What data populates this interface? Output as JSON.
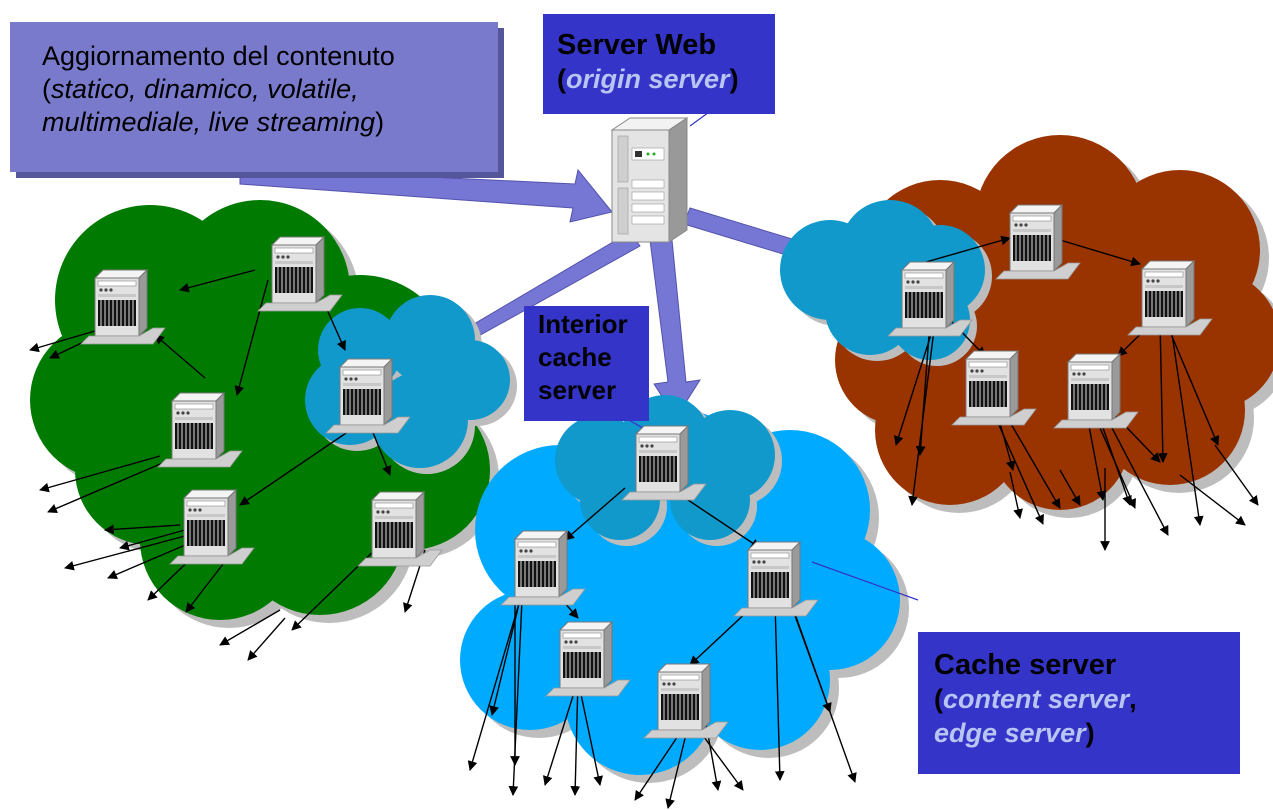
{
  "labels": {
    "update_line1": "Aggiornamento del contenuto",
    "update_line2_open": "(",
    "update_line2_italic": "statico, dinamico, volatile,",
    "update_line3_italic": "multimediale, live streaming",
    "update_line3_close": ")",
    "origin_title": "Server Web",
    "origin_open": "(",
    "origin_italic": "origin server",
    "origin_close": ")",
    "interior_line1": "Interior",
    "interior_line2": "cache",
    "interior_line3": "server",
    "cache_title": "Cache server",
    "cache_open": "(",
    "cache_italic1": "content server",
    "cache_comma": ",",
    "cache_italic2": "edge server",
    "cache_close": ")"
  },
  "colors": {
    "green_cloud": "#007a00",
    "brown_cloud": "#993300",
    "light_blue_cloud": "#00aaff",
    "teal_cloud": "#1199cc",
    "arrow_purple": "#6f6fd2",
    "label_blue": "#3434c8",
    "label_purple": "#7a7acc"
  },
  "icons": [
    "server-icon",
    "cloud-shape",
    "arrow"
  ]
}
